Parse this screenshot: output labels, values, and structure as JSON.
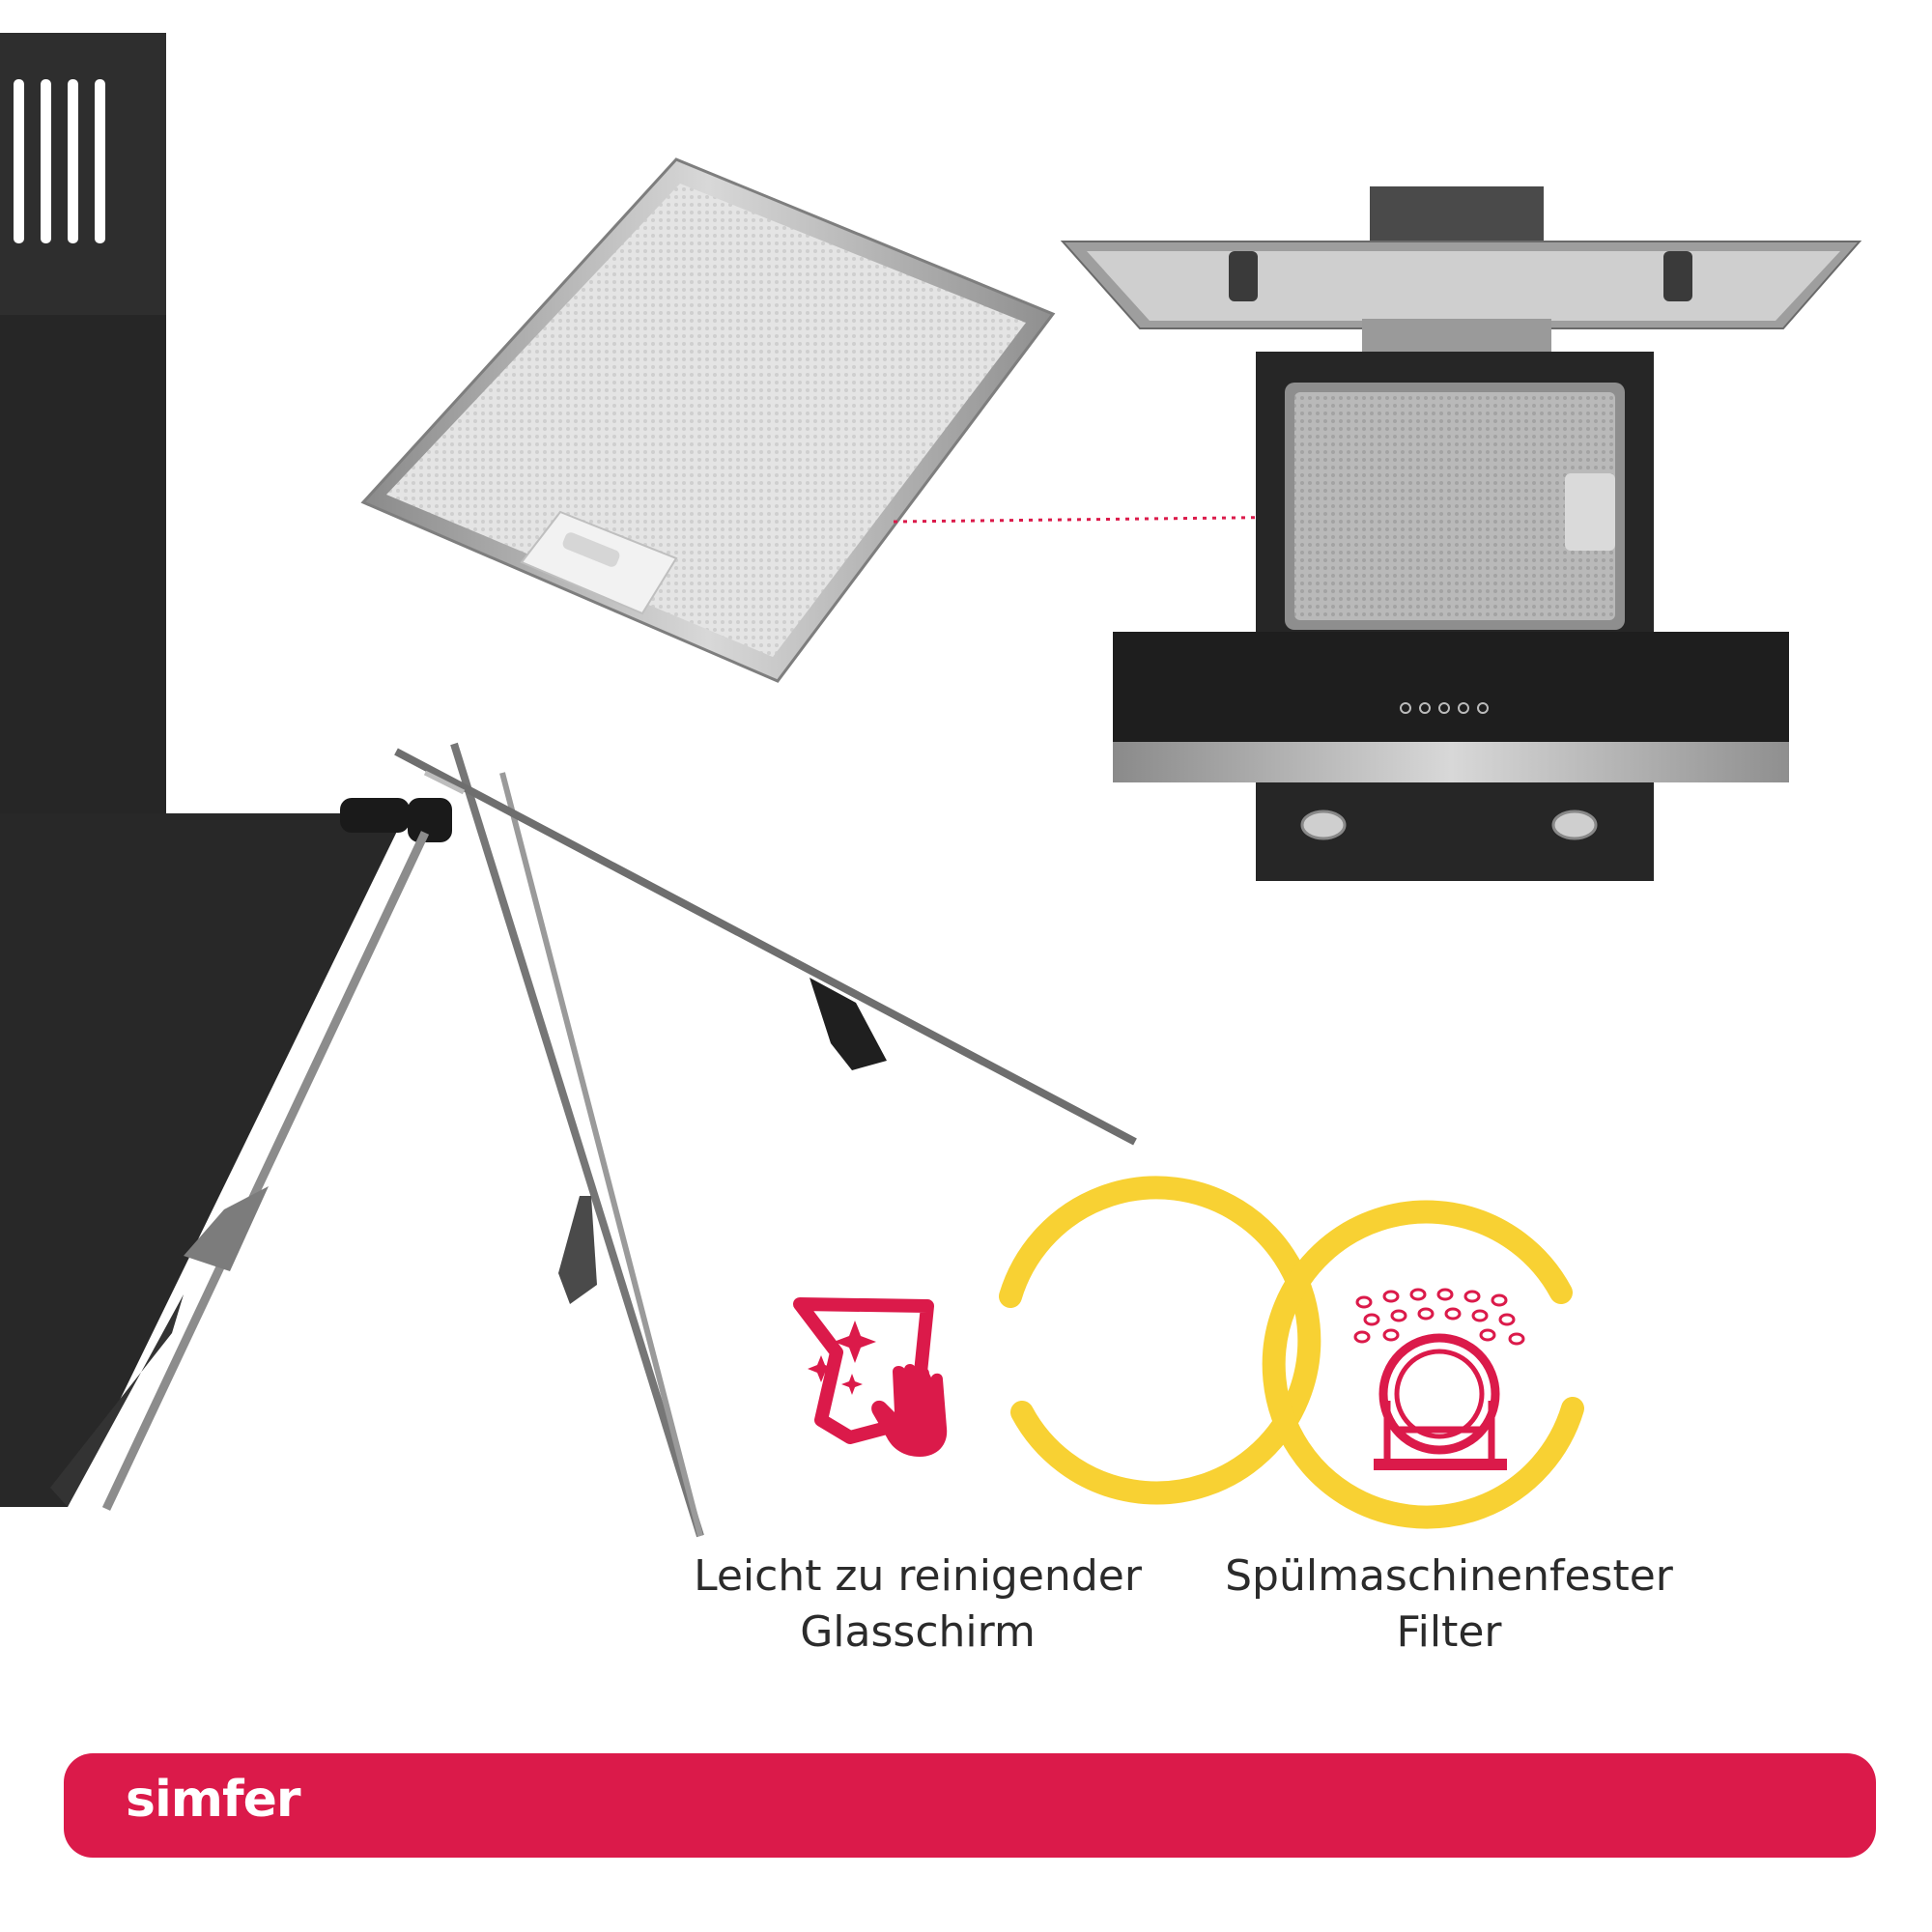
{
  "features": [
    {
      "icon": "cleaning-hand-icon",
      "line1": "Leicht zu reinigender",
      "line2": "Glasschirm"
    },
    {
      "icon": "dishwasher-icon",
      "line1": "Spülmaschinenfester",
      "line2": "Filter"
    }
  ],
  "brand": {
    "name": "simfer"
  },
  "colors": {
    "brand_red": "#DB1A4A",
    "ring_yellow": "#F8D133",
    "hood_black": "#262626",
    "white": "#FFFFFF"
  }
}
